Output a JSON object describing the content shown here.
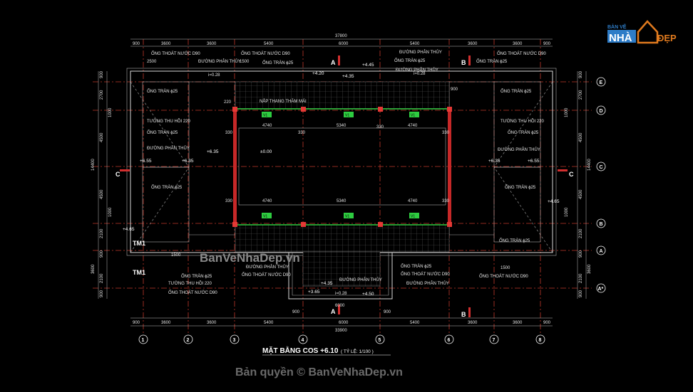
{
  "logo": {
    "top": "BẢN VẼ",
    "main": "NHÀ",
    "suffix": "ĐẸP"
  },
  "title": "MẶT BẰNG COS +6.10",
  "scale": "( TỶ LỆ: 1/100 )",
  "watermark_mid": "BanVeNhaDep.vn",
  "copyright": "Bản quyền © BanVeNhaDep.vn",
  "overall_dim": "37800",
  "overall_dim_bottom": "33900",
  "top_dims": [
    "900",
    "3600",
    "3600",
    "5400",
    "6000",
    "5400",
    "3600",
    "3600",
    "900"
  ],
  "bottom_dims": [
    "900",
    "3600",
    "3600",
    "5400",
    "6000",
    "5400",
    "3600",
    "3600",
    "900"
  ],
  "left_dims": [
    "900",
    "2700",
    "1000",
    "4500",
    "14400",
    "4500",
    "1000",
    "2100",
    "900",
    "3600",
    "2100",
    "900"
  ],
  "right_dims": [
    "900",
    "2700",
    "1000",
    "4500",
    "14400",
    "4500",
    "1000",
    "2100",
    "900",
    "3600",
    "2100",
    "900"
  ],
  "col_axes": [
    "1",
    "2",
    "3",
    "4",
    "5",
    "6",
    "7",
    "8"
  ],
  "row_axes": [
    "E",
    "D",
    "C",
    "B",
    "A",
    "A*"
  ],
  "section_marks": {
    "A": "A",
    "B": "B",
    "C": "C"
  },
  "labels": {
    "ong_thoat_d90": "ỐNG THOÁT NƯỚC D90",
    "ong_tran_25": "ỐNG TRÀN ϕ25",
    "duong_phan_thuy": "ĐƯỜNG PHÂN THỦY",
    "tuong_thu_hoi": "TƯỜNG THU HỒI 220",
    "nap_thang": "NẮP THANG THĂM MÁI",
    "slope": "i=0.28",
    "tm1": "TM1",
    "dim_2500": "2500",
    "dim_1500": "1500",
    "dim_4740": "4740",
    "dim_5340": "5340",
    "dim_330": "330",
    "dim_220": "220",
    "dim_900": "900",
    "dim_6000": "6000",
    "dim_5400": "5400",
    "lvl_420": "+4.20",
    "lvl_435": "+4.35",
    "lvl_445": "+4.45",
    "lvl_465": "+4.65",
    "lvl_455": "+6.55",
    "lvl_650": "+6.35",
    "lvl_000": "±0.00",
    "lvl_385": "+3.65",
    "lvl_450": "+4.50",
    "tag_v1": "V1"
  },
  "colors": {
    "background": "#000000",
    "grid": "#c0392b",
    "column": "#c62828",
    "wall": "#d8d8d8",
    "green": "#2ecc40",
    "logo": "#2e7cc7",
    "logo_accent": "#e07a1e"
  }
}
